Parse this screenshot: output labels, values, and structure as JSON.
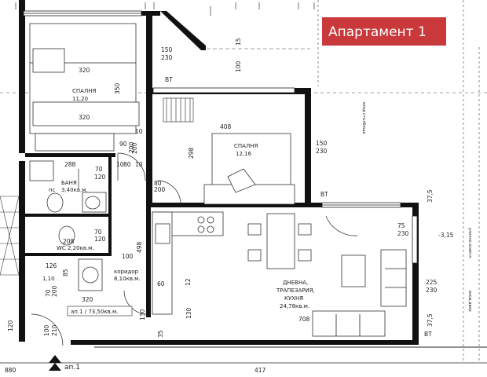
{
  "title_badge": {
    "text": "Апартамент 1",
    "bg": "#c9383a"
  },
  "rooms": {
    "bedroom1": {
      "name": "СПАЛНЯ",
      "area": "11,20"
    },
    "bedroom2": {
      "name": "СПАЛНЯ",
      "area": "12,16"
    },
    "bathroom": {
      "name": "БАНЯ",
      "area": "3,40кв.м."
    },
    "wc": {
      "name": "WC",
      "area": "2,20кв.м."
    },
    "corridor": {
      "name": "коридор",
      "area": "8,10кв.м."
    },
    "storage": {
      "area": "1,10"
    },
    "living": {
      "line1": "ДНЕВНА,",
      "line2": "ТРАПЕЗАРИЯ,",
      "line3": "КУХНЯ",
      "area": "24,78кв.м."
    }
  },
  "labels": {
    "apt_label": "ап.1 / 73,50кв.м.",
    "entrance": "ап.1",
    "bt1": "BT",
    "bt2": "BT",
    "bt3": "BT",
    "level": "-3,15",
    "pc_mark": "пс",
    "side_text1": "вход стълбище",
    "side_text2": "улично осветл.",
    "side_text3": "вход двор"
  },
  "dims": {
    "d320a": "320",
    "d350": "350",
    "d320b": "320",
    "d150a": "150",
    "d230a": "230",
    "d15": "15",
    "d100": "100",
    "d408": "408",
    "d298": "298",
    "d150b": "150",
    "d230b": "230",
    "d288": "288",
    "d70a": "70",
    "d120a": "120",
    "d10a": "10",
    "d80": "80",
    "d10b": "10",
    "d10c": "10",
    "d200a": "200",
    "d80b": "80",
    "d200b": "200",
    "d90": "90",
    "d200c": "200",
    "d375a": "37,5",
    "d208": "208",
    "d70b": "70",
    "d120b": "120",
    "d126": "126",
    "d85": "85",
    "d70c": "70",
    "d200d": "200",
    "d498": "498",
    "d100b": "100",
    "d12": "12",
    "d60": "60",
    "d130a": "130",
    "d130b": "130",
    "d320c": "320",
    "d708": "708",
    "d75": "75",
    "d230c": "230",
    "d225": "225",
    "d230d": "230",
    "d375b": "37,5",
    "d120c": "120",
    "d100c": "100",
    "d210": "210",
    "d35": "35",
    "d417": "417",
    "d880": "880"
  }
}
